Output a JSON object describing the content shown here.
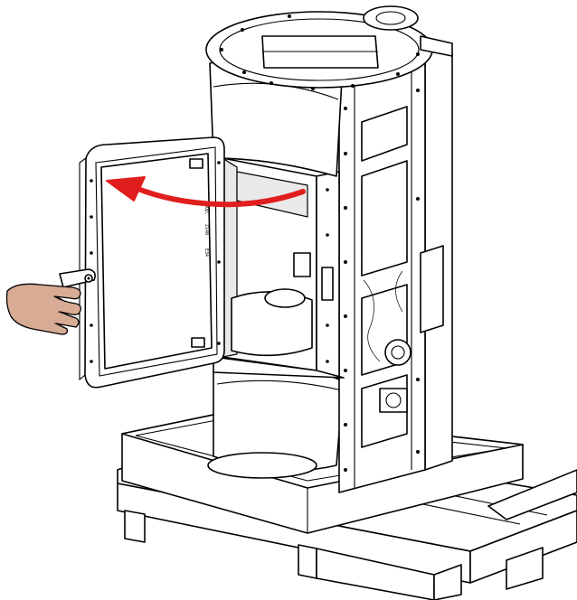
{
  "figure": {
    "door_text": [
      "MOD.",
      "Z140",
      "E34"
    ],
    "colors": {
      "arrow": "#e01e1e",
      "hand": "#d8ab95",
      "line": "#000000",
      "fill": "#ffffff"
    },
    "icons": [
      "hand-icon",
      "rotate-arrow-icon"
    ]
  }
}
